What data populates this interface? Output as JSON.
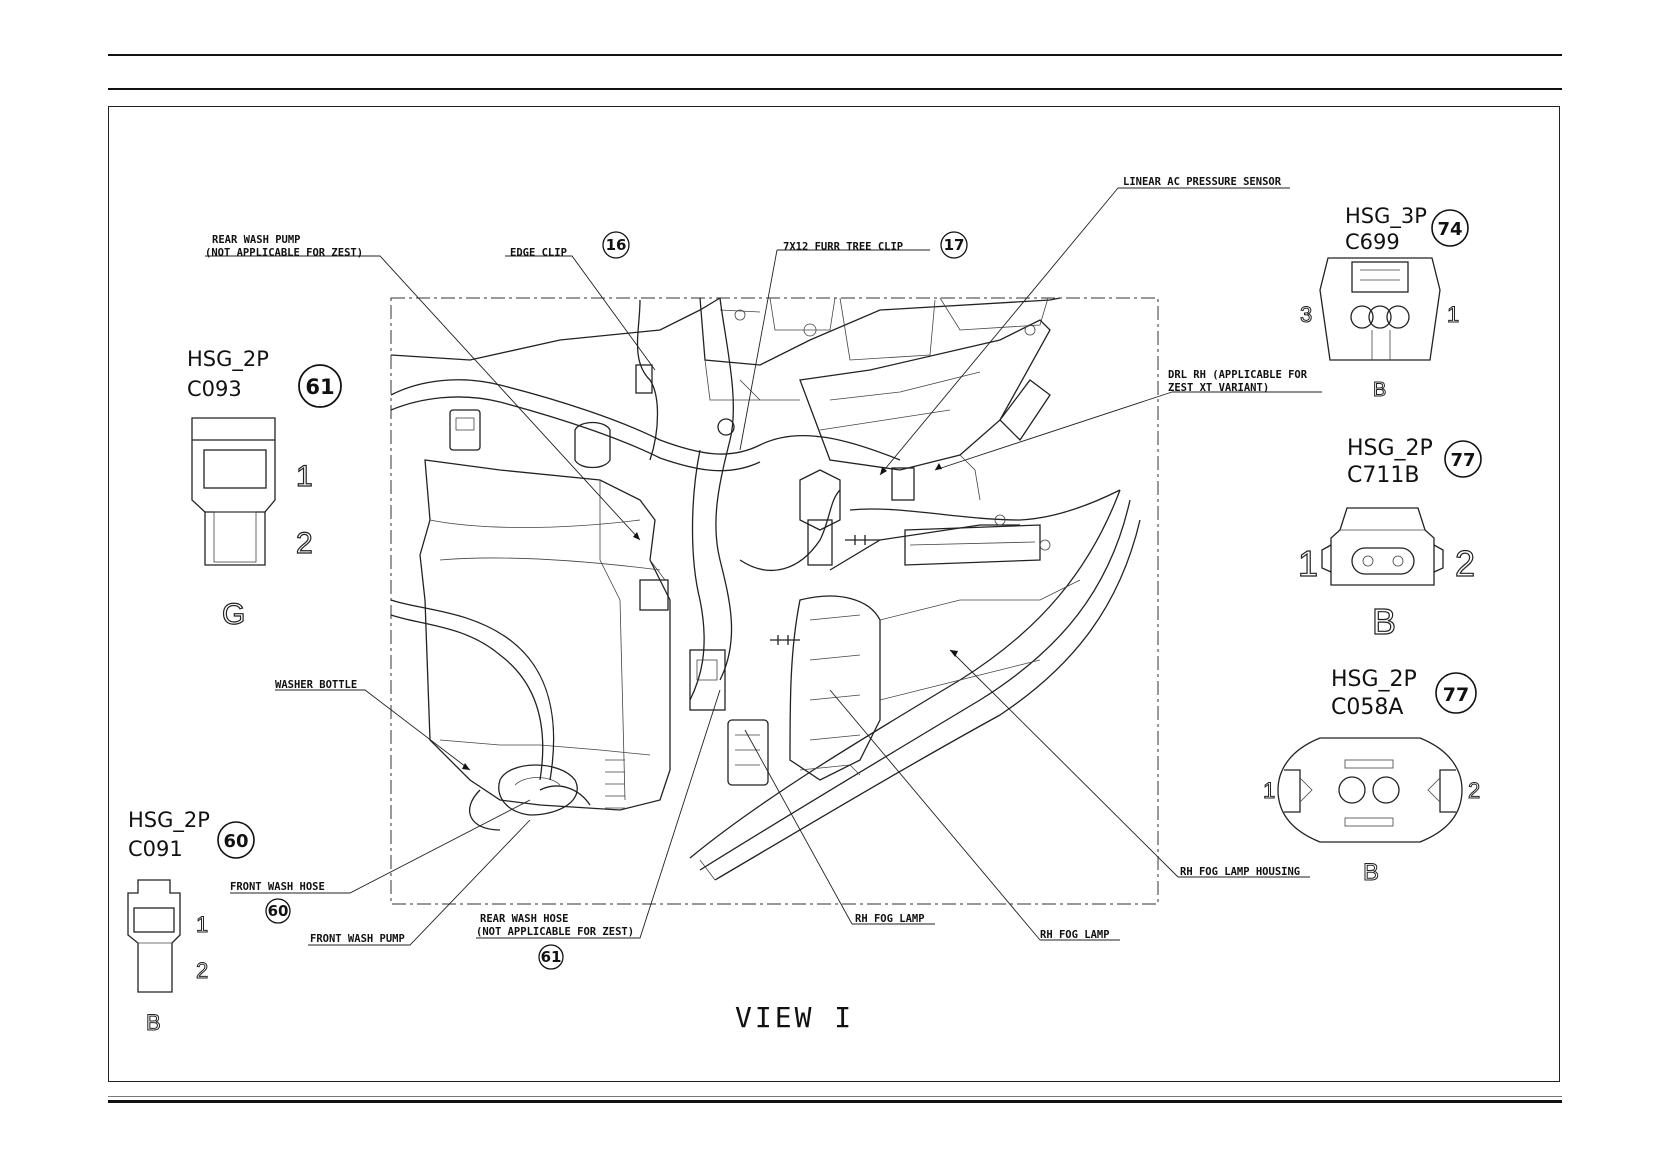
{
  "view_title": "VIEW I",
  "callouts": {
    "rear_wash_pump_line1": "REAR WASH PUMP",
    "rear_wash_pump_line2": "(NOT APPLICABLE FOR ZEST)",
    "edge_clip": "EDGE CLIP",
    "edge_clip_num": "16",
    "furr_tree_clip": "7X12 FURR TREE CLIP",
    "furr_tree_clip_num": "17",
    "linear_ac_sensor": "LINEAR AC PRESSURE SENSOR",
    "drl_rh_line1": "DRL RH (APPLICABLE FOR",
    "drl_rh_line2": "ZEST XT VARIANT)",
    "washer_bottle": "WASHER BOTTLE",
    "front_wash_hose": "FRONT WASH HOSE",
    "front_wash_hose_num": "60",
    "front_wash_pump": "FRONT WASH PUMP",
    "rear_wash_hose_line1": "REAR WASH HOSE",
    "rear_wash_hose_line2": "(NOT APPLICABLE FOR ZEST)",
    "rear_wash_hose_num": "61",
    "rh_fog_lamp_a": "RH FOG LAMP",
    "rh_fog_lamp_b": "RH FOG LAMP",
    "rh_fog_lamp_housing": "RH FOG LAMP HOUSING"
  },
  "connectors": {
    "c093": {
      "type": "HSG_2P",
      "code": "C093",
      "num": "61",
      "pin1": "1",
      "pin2": "2",
      "color": "G"
    },
    "c091": {
      "type": "HSG_2P",
      "code": "C091",
      "num": "60",
      "pin1": "1",
      "pin2": "2",
      "color": "B"
    },
    "c699": {
      "type": "HSG_3P",
      "code": "C699",
      "num": "74",
      "pin_left": "3",
      "pin_right": "1",
      "color": "B"
    },
    "c711b": {
      "type": "HSG_2P",
      "code": "C711B",
      "num": "77",
      "pin_left": "1",
      "pin_right": "2",
      "color": "B"
    },
    "c058a": {
      "type": "HSG_2P",
      "code": "C058A",
      "num": "77",
      "pin_left": "1",
      "pin_right": "2",
      "color": "B"
    }
  }
}
